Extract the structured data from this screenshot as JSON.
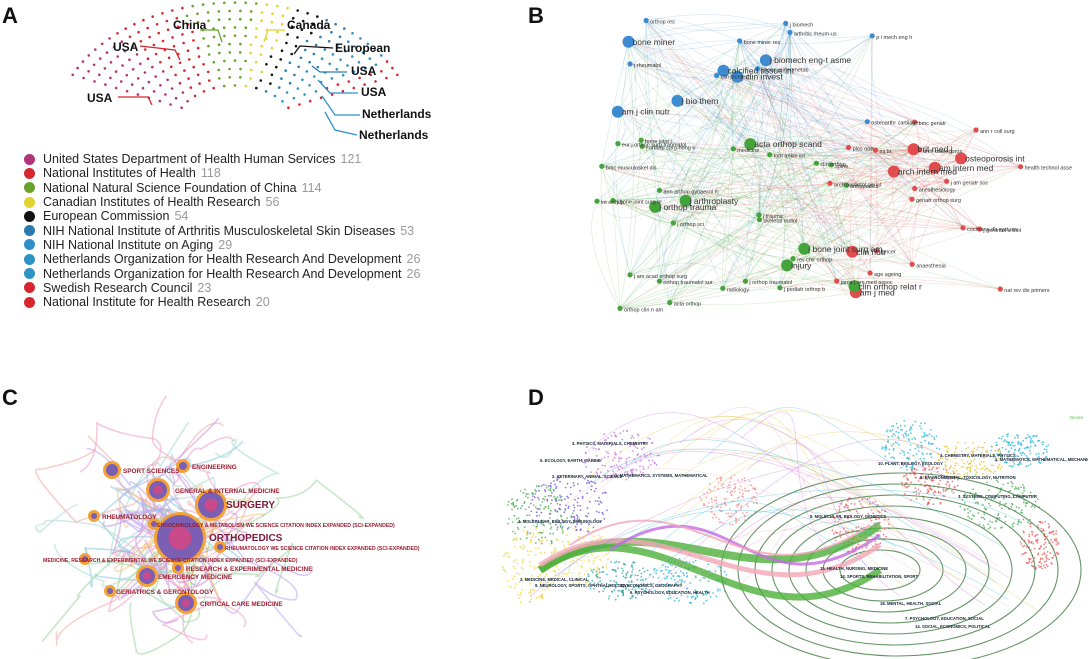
{
  "panels": {
    "a": {
      "letter": "A"
    },
    "b": {
      "letter": "B"
    },
    "c": {
      "letter": "C"
    },
    "d": {
      "letter": "D"
    }
  },
  "panel_a": {
    "parliament_labels": [
      "USA",
      "China",
      "Canada",
      "European",
      "USA",
      "USA",
      "Netherlands",
      "Netherlands",
      "USA"
    ],
    "legend": [
      {
        "label": "United States Department of Health Human Services",
        "count": "121",
        "color": "#b03478"
      },
      {
        "label": "National Institutes of Health",
        "count": "118",
        "color": "#d6262e"
      },
      {
        "label": "National Natural Science Foundation of China",
        "count": "114",
        "color": "#6aa12c"
      },
      {
        "label": "Canadian Institutes of Health Research",
        "count": "56",
        "color": "#e3d331"
      },
      {
        "label": "European Commission",
        "count": "54",
        "color": "#111111"
      },
      {
        "label": "NIH National Institute of Arthritis Musculoskeletal Skin Diseases",
        "count": "53",
        "color": "#2a7ab0"
      },
      {
        "label": "NIH National Institute on Aging",
        "count": "29",
        "color": "#2e8fc9"
      },
      {
        "label": "Netherlands Organization for Health Research And Development",
        "count": "26",
        "color": "#2f93c4"
      },
      {
        "label": "Netherlands Organization for Health Research And Development",
        "count": "26",
        "color": "#2f93c4"
      },
      {
        "label": "Swedish Research Council",
        "count": "23",
        "color": "#d6262e"
      },
      {
        "label": "National Institute for Health Research",
        "count": "20",
        "color": "#d6262e"
      }
    ]
  },
  "panel_b": {
    "blue_labels": [
      "j clin invest",
      "bone miner",
      "calcified tissue int",
      "am j clin nutr",
      "j biomech eng-t asme",
      "j bio them",
      "j biomech",
      "bone miner res",
      "arthritis rheum-us",
      "j bone miner metab",
      "orthop res",
      "osteoarthr cartilage",
      "j rheumatol",
      "p i mech eng h",
      "clin biomech"
    ],
    "red_labels": [
      "osteoporosis int",
      "am j med",
      "brit med j",
      "am intern med",
      "clin nutr",
      "arch intern med",
      "jama j am med assoc",
      "age ageing",
      "arch osteoporos",
      "j am geriatr soc",
      "j gerontol a-biol",
      "plos one",
      "bmc geriatr",
      "arch gerontol geriat",
      "cochrane db syst rev",
      "health technol asse",
      "geriatr orthop surg",
      "anaesthesia",
      "anesthesiology",
      "inj br",
      "ann r coll surg",
      "lancet",
      "nat rev dis primers"
    ],
    "green_labels": [
      "clin orthop relat r",
      "j bone joint surg am",
      "acta orthop scand",
      "j arthroplasty",
      "j orthop trauma",
      "injury",
      "acta orthop",
      "int orthop",
      "j trauma",
      "orthop clin n am",
      "radiology",
      "skeletal radiol",
      "j am acad orthop surg",
      "orthopedics",
      "bmc musculoskel dis",
      "rev chir orthop",
      "j pediatr orthop b",
      "orthop traumatol sur",
      "j orthop surg-hong k",
      "eur j orthop surg traumatol",
      "j orthop traumatol",
      "spine",
      "medicine",
      "j orthop sci",
      "j bone joint surg br",
      "ann orthop gynaecol fc",
      "clin orthop",
      "bone joint j",
      "foot ankle int"
    ]
  },
  "panel_c": {
    "labels": [
      "SPORT SCIENCES",
      "ENGINEERING",
      "GENERAL & INTERNAL MEDICINE",
      "SURGERY",
      "RHEUMATOLOGY",
      "ENDOCRINOLOGY & METABOLISM WE SCIENCE CITATION INDEX EXPANDED (SCI-EXPANDED)",
      "ORTHOPEDICS",
      "RHEUMATOLOGY WE SCIENCE CITATION INDEX EXPANDED (SCI-EXPANDED)",
      "MEDICINE, RESEARCH & EXPERIMENTAL WE SCIENCE CITATION INDEX EXPANDED (SCI-EXPANDED)",
      "RESEARCH & EXPERIMENTAL MEDICINE",
      "EMERGENCY MEDICINE",
      "GERIATRICS & GERONTOLOGY",
      "CRITICAL CARE MEDICINE"
    ]
  },
  "panel_d": {
    "left_labels": [
      "3. PHYSICS, MATERIALS, CHEMISTRY",
      "5. ECOLOGY, EARTH, MARINE",
      "2. VETERINARY, ANIMAL, SCIENCE",
      "1. MATHEMATICS, SYSTEMS, MATHEMATICAL",
      "4. MOLECULAR, BIOLOGY, IMMUNOLOGY",
      "10. ECONOMICS, GEOGRAPHY",
      "2. MEDICINE, MEDICAL, CLINICAL",
      "9. NEUROLOGY, SPORTS, OPHTHALMOLOGY",
      "6. PSYCHOLOGY, EDUCATION, HEALTH"
    ],
    "right_labels": [
      "4. CHEMISTRY, MATERIALS, PHYSICS",
      "10. PLANT, BIOLOGY, ECOLOGY",
      "1. MATHEMATICS, MATHEMATICAL, MECHANICS",
      "5. ENVIRONMENTAL, TOXICOLOGY, NUTRITION",
      "3. SYSTEMS, COMPUTING, COMPUTER",
      "8. MOLECULAR, BIOLOGY, GENETICS",
      "15. HEALTH, NURSING, MEDICINE",
      "7. PSYCHOLOGY, EDUCATION, SOCIAL",
      "13. SPORTS, REHABILITATION, SPORT",
      "14. SOCIAL, ECONOMICS, POLITICAL",
      "18. MENTAL, HEALTH, SOCIAL"
    ],
    "corner_label": "Dimen"
  }
}
